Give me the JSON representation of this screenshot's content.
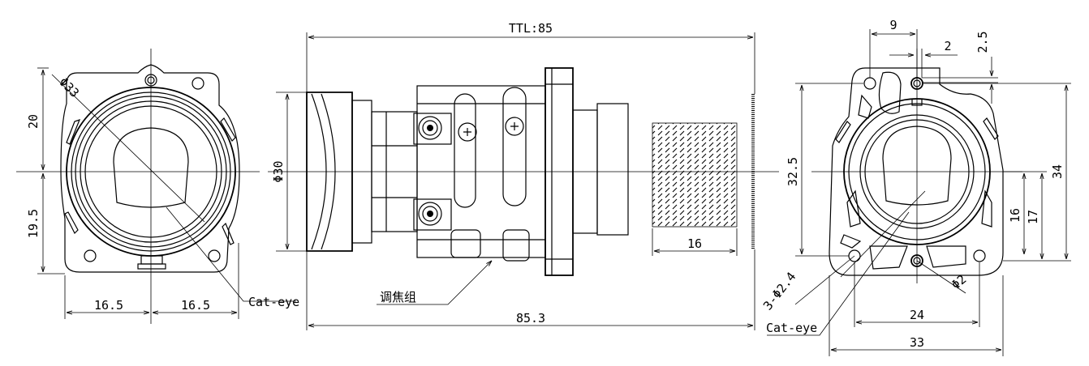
{
  "views": {
    "front": {
      "dim_diameter": "Φ33",
      "dim_upper": "20",
      "dim_lower": "19.5",
      "dim_left": "16.5",
      "dim_right": "16.5",
      "note_cateye": "Cat-eye"
    },
    "side": {
      "dim_ttl": "TTL:85",
      "dim_diameter": "Φ30",
      "dim_mesh": "16",
      "dim_total": "85.3",
      "note_focus_group": "调焦组"
    },
    "rear": {
      "dim_top_9": "9",
      "dim_top_2": "2",
      "dim_top_25": "2.5",
      "dim_height_325": "32.5",
      "dim_height_34": "34",
      "dim_height_17": "17",
      "dim_height_16": "16",
      "dim_holes": "3-Φ2.4",
      "dim_hole2": "Φ2",
      "dim_width_24": "24",
      "dim_width_33": "33",
      "note_cateye": "Cat-eye"
    }
  },
  "colors": {
    "line": "#000000",
    "background": "#ffffff"
  }
}
